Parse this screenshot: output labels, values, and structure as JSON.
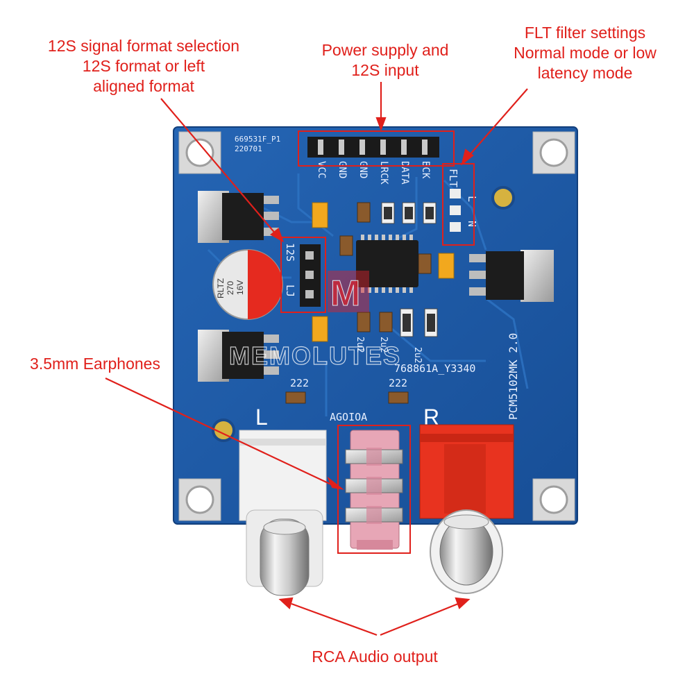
{
  "callouts": {
    "i2s_selection": [
      "12S signal format selection",
      "12S format or left",
      "aligned format"
    ],
    "power_input": [
      "Power supply and",
      "12S input"
    ],
    "flt_filter": [
      "FLT filter settings",
      "Normal mode or low",
      "latency mode"
    ],
    "earphones": "3.5mm Earphones",
    "rca_output": "RCA Audio output"
  },
  "board": {
    "lot_code": "669531F_P1",
    "date_code": "220701",
    "pin_labels": [
      "VCC",
      "GND",
      "GND",
      "LRCK",
      "DATA",
      "BCK"
    ],
    "flt_label": "FLT",
    "flt_options": [
      "L",
      "N"
    ],
    "format_label": "12S",
    "format_option": "LJ",
    "model": "PCM5102MK 2.0",
    "serial": "768861A_Y3340",
    "small_codes": [
      "2u2",
      "2u2",
      "2u2"
    ],
    "res_codes": [
      "222",
      "222"
    ],
    "cap_text": [
      "RLTZ",
      "270",
      "16V"
    ],
    "jack_label": "AGOIOA",
    "channel_left": "L",
    "channel_right": "R",
    "watermark": "MEMOLUTES"
  },
  "colors": {
    "pcb": "#1d5ba8",
    "callout": "#e0201b",
    "rca_right": "#e8331f",
    "rca_left": "#f2f2f2",
    "jack": "#e7a6b6"
  }
}
